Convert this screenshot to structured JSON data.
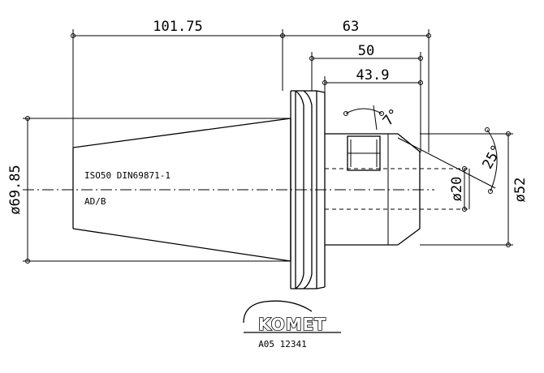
{
  "dimensions": {
    "d_101_75": "101.75",
    "d_63": "63",
    "d_50": "50",
    "d_43_9": "43.9",
    "d_dia_69_85": "ø69.85",
    "d_dia_20": "ø20",
    "d_dia_52": "ø52",
    "d_angle_25": "25°",
    "d_angle_7": "7°"
  },
  "labels": {
    "standard": "ISO50 DIN69871-1",
    "form": "AD/B"
  },
  "logo": {
    "brand": "KOMET",
    "part_number": "A05 12341"
  }
}
